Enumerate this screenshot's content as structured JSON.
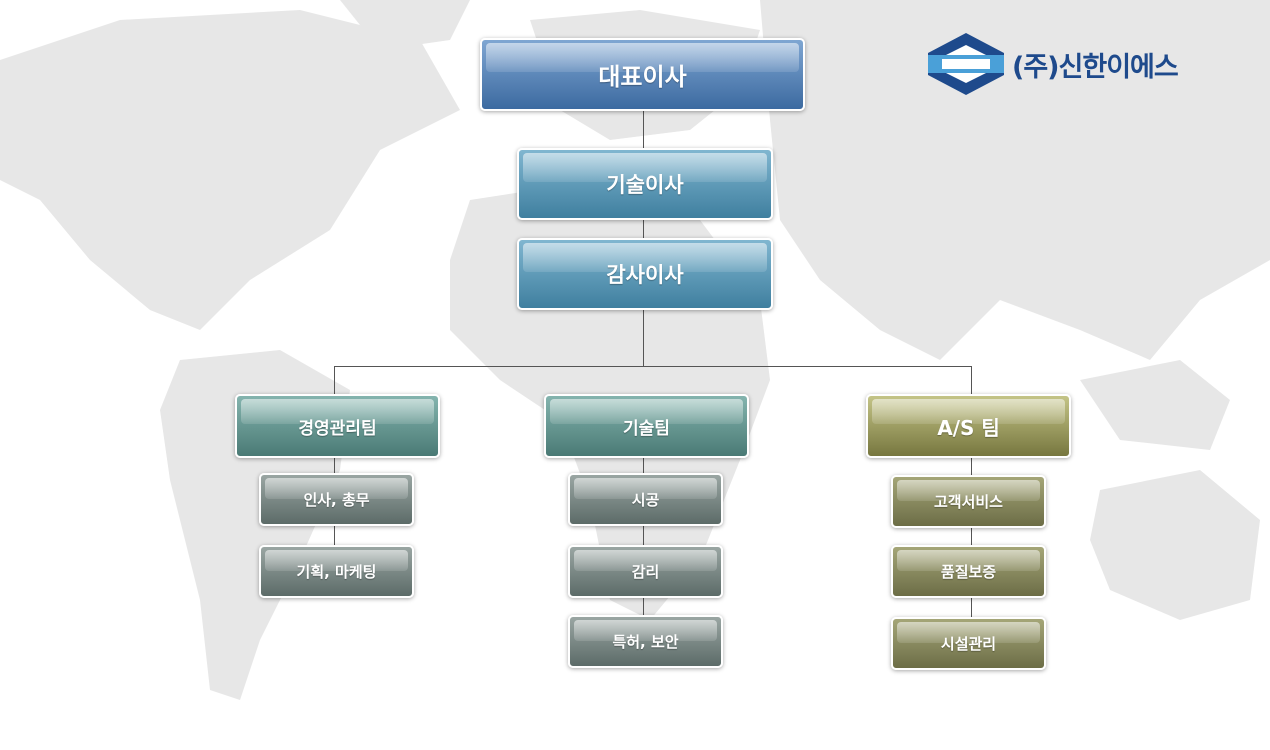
{
  "logo": {
    "text": "(주)신한이에스"
  },
  "ceo": "대표이사",
  "directors": [
    "기술이사",
    "감사이사"
  ],
  "teams": [
    {
      "name": "경영관리팀",
      "subs": [
        "인사, 총무",
        "기획, 마케팅"
      ]
    },
    {
      "name": "기술팀",
      "subs": [
        "시공",
        "감리",
        "특허, 보안"
      ]
    },
    {
      "name": "A/S 팀",
      "subs": [
        "고객서비스",
        "품질보증",
        "시설관리"
      ]
    }
  ],
  "colors": {
    "map": "#e6e6e6",
    "logo": "#1e4a8c",
    "logo_light": "#4aa0d8"
  }
}
